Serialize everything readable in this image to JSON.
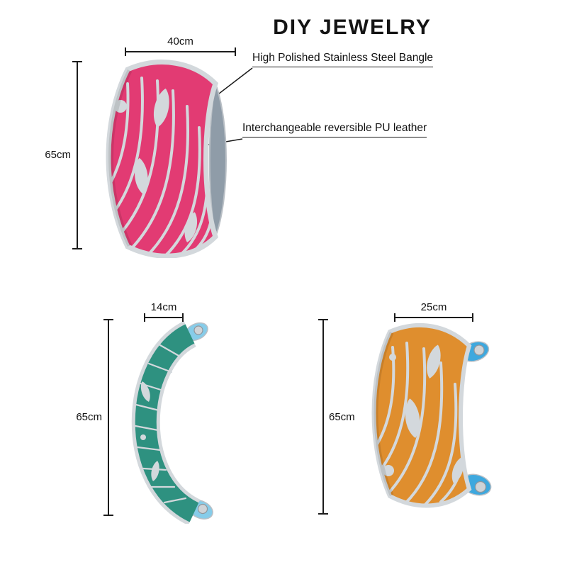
{
  "title": "DIY JEWELRY",
  "callouts": [
    {
      "label": "High Polished Stainless Steel Bangle"
    },
    {
      "label": "Interchangeable reversible PU leather"
    }
  ],
  "bangles": [
    {
      "name": "pink cuff",
      "width_label": "40cm",
      "height_label": "65cm",
      "band_color": "#e23b73",
      "inner_color": "#8f9ca8",
      "steel_color": "#d3d8dc"
    },
    {
      "name": "teal cuff",
      "width_label": "14cm",
      "height_label": "65cm",
      "band_color": "#2e9180",
      "inner_color": "#86cce9",
      "steel_color": "#d3d8dc"
    },
    {
      "name": "orange cuff",
      "width_label": "25cm",
      "height_label": "65cm",
      "band_color": "#df8e2e",
      "inner_color": "#3ea8de",
      "steel_color": "#d3d8dc"
    }
  ]
}
